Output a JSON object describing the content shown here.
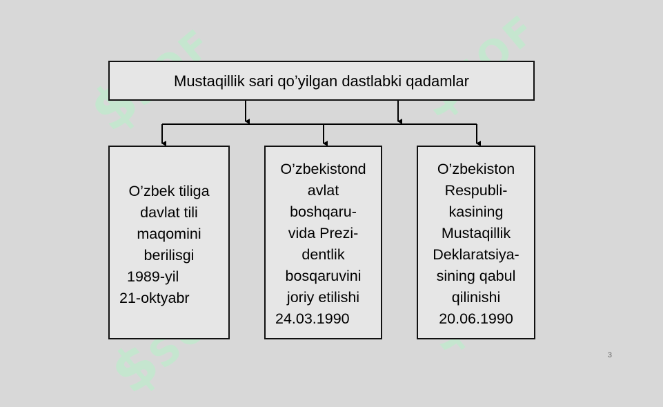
{
  "title": "Mustaqillik sari qo’yilgan dastlabki qadamlar",
  "boxes": [
    {
      "lines": [
        "O’zbek tiliga",
        "davlat tili",
        "maqomini",
        "berilisgi",
        "1989-yil",
        "21-oktyabr"
      ]
    },
    {
      "lines": [
        "O’zbekistond",
        "avlat",
        "boshqaru-",
        "vida Prezi-",
        "dentlik",
        "bosqaruvini",
        "joriy etilishi",
        "24.03.1990"
      ]
    },
    {
      "lines": [
        "O’zbekiston",
        "Respubli-",
        "kasining",
        "Mustaqillik",
        "Deklaratsiya-",
        "sining qabul",
        "qilinishi",
        "20.06.1990"
      ]
    }
  ],
  "page_number": "3",
  "watermark_text": "SOF"
}
